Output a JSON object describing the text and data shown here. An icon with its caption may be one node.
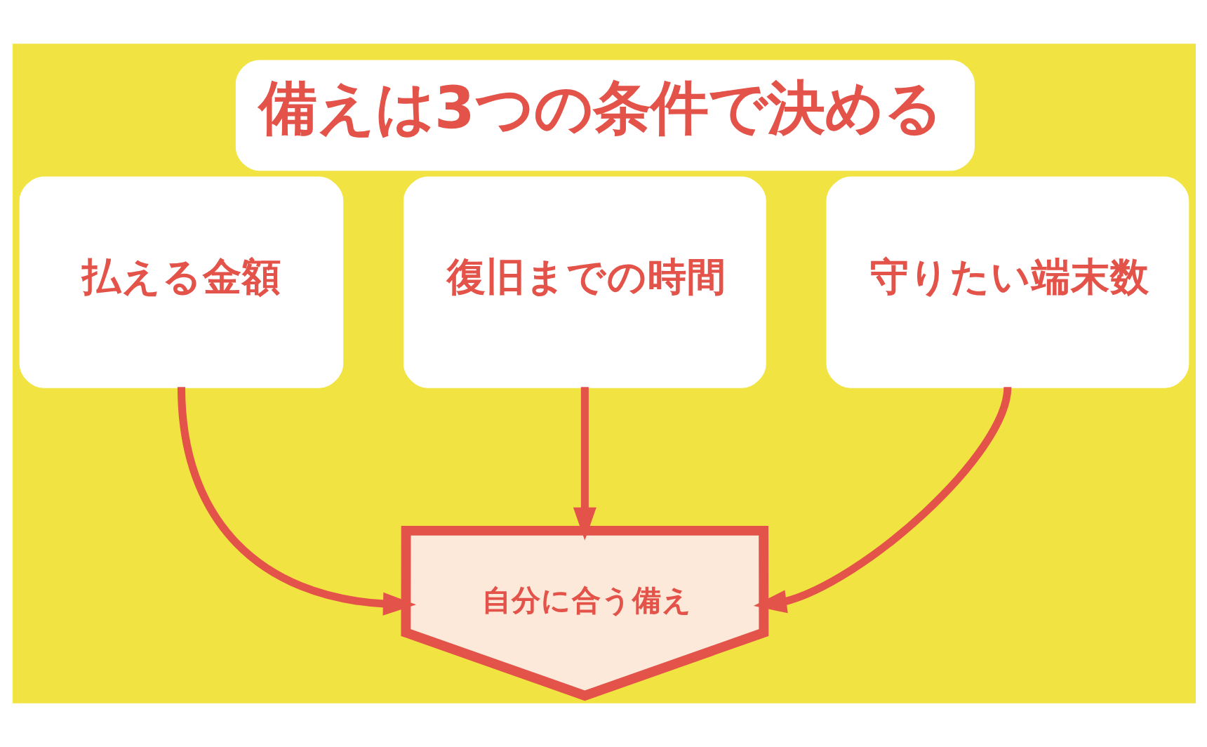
{
  "diagram": {
    "title": "備えは3つの条件で決める",
    "nodes": [
      {
        "text": [
          "払える金額"
        ]
      },
      {
        "text": [
          "復旧までの時間"
        ]
      },
      {
        "text": [
          "守りたい端末数"
        ]
      },
      {
        "text": [
          "自分に合う備え"
        ]
      }
    ],
    "edges": [
      {
        "from": 0,
        "to": 3,
        "arrow": "to"
      },
      {
        "from": 1,
        "to": 3,
        "arrow": "to"
      },
      {
        "from": 2,
        "to": 3,
        "arrow": "to"
      }
    ]
  }
}
